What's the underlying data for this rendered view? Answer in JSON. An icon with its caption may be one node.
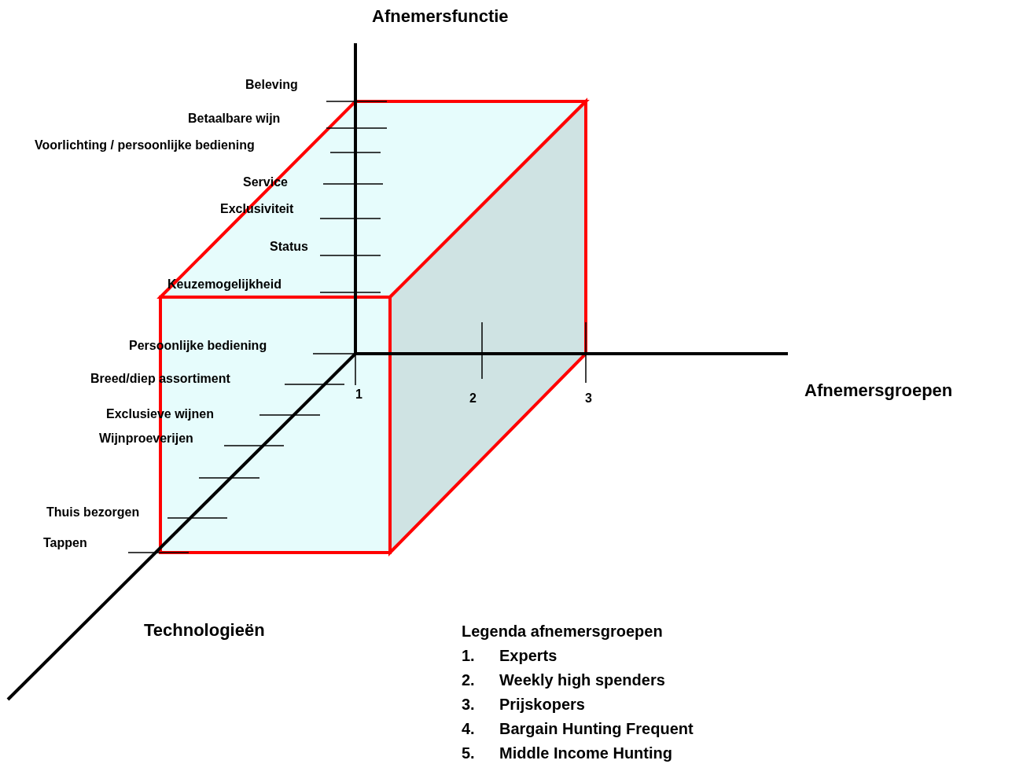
{
  "diagram": {
    "labels": [
      "Afnemersfunctie",
      "Beleving",
      "Betaalbare wijn",
      "Voorlichting / persoonlijke bediening",
      "Service",
      "Exclusiviteit",
      "Status",
      "Keuzemogelijkheid",
      "Persoonlijke bediening",
      "Breed/diep assortiment",
      "Afnemersgroepen",
      "1",
      "2",
      "3",
      "Exclusieve wijnen",
      "Wijnproeverijen",
      "Thuis bezorgen",
      "Tappen",
      "Technologieën",
      "Legenda afnemersgroepen",
      "1.",
      "Experts",
      "2.",
      "Weekly high spenders",
      "3.",
      "Prijskopers",
      "4.",
      "Bargain Hunting Frequent",
      "5.",
      "Middle Income Hunting"
    ]
  }
}
